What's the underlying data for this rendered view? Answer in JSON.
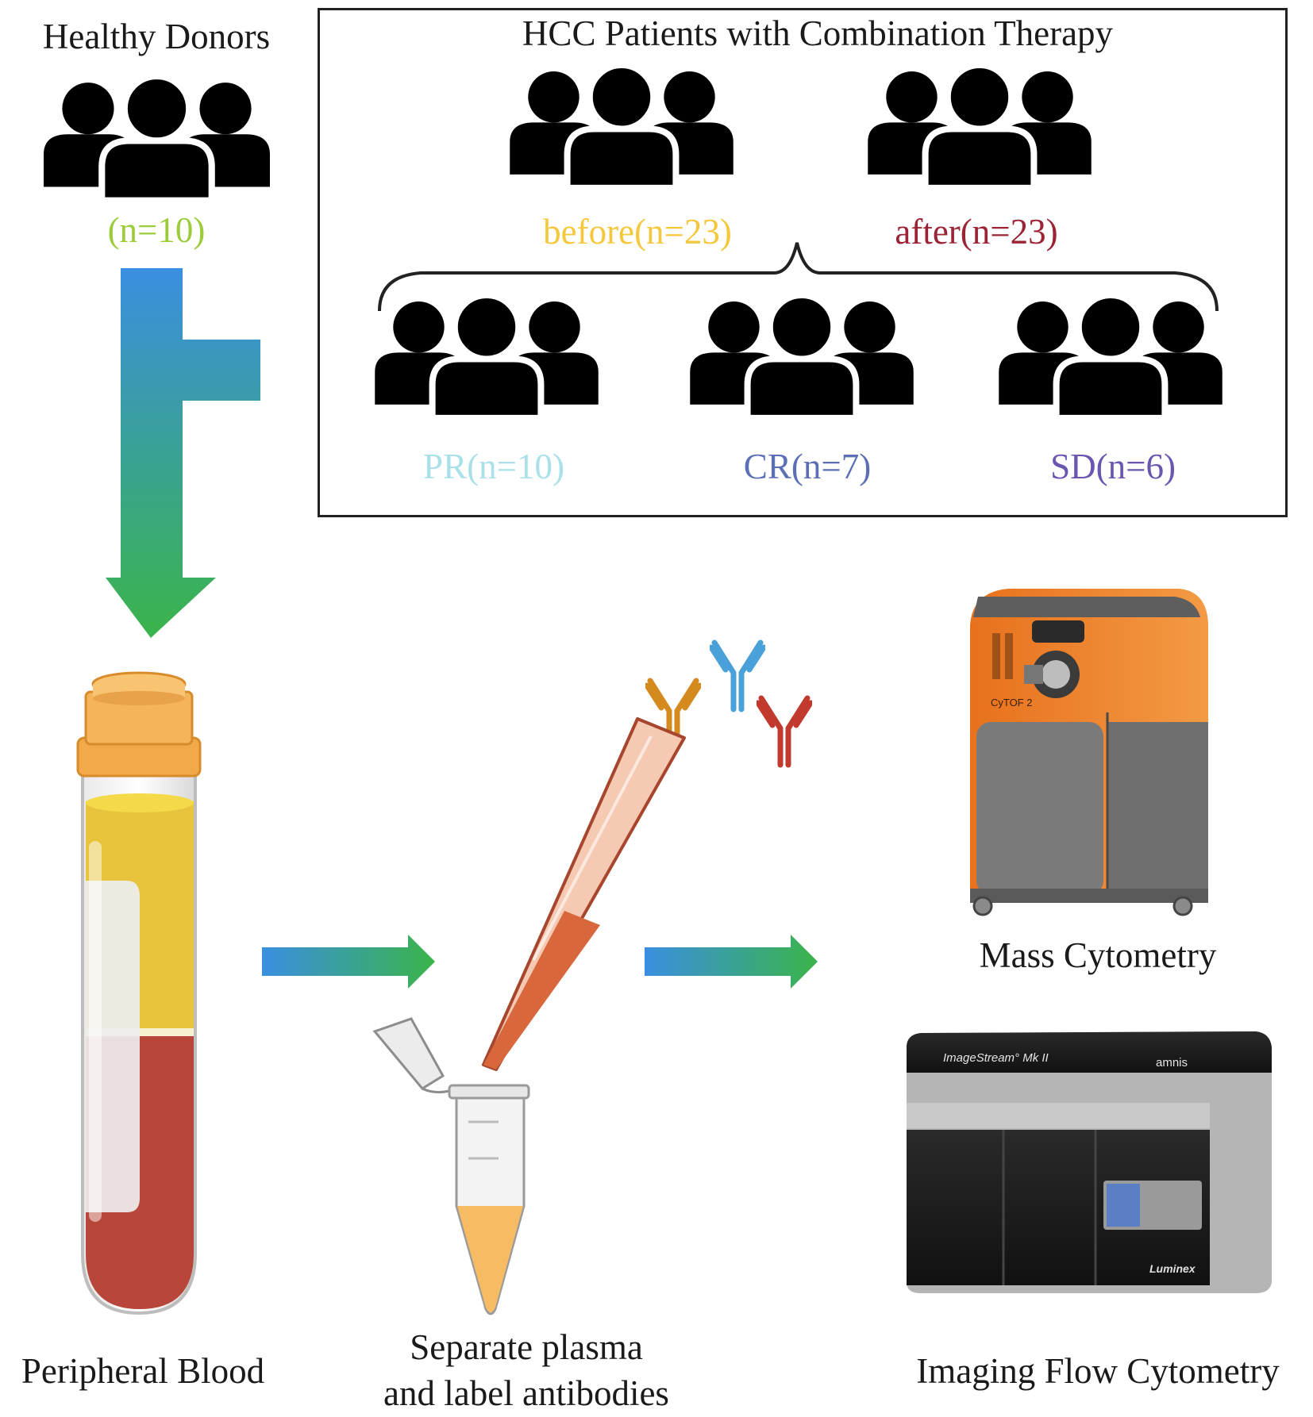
{
  "healthy": {
    "title": "Healthy Donors",
    "count": "(n=10)",
    "count_color": "#9ccc3c"
  },
  "hcc": {
    "title": "HCC Patients with Combination Therapy",
    "before": {
      "label": "before(n=23)",
      "color": "#f5c73a"
    },
    "after": {
      "label": "after(n=23)",
      "color": "#9b2335"
    },
    "pr": {
      "label": "PR(n=10)",
      "color": "#a9e0ea"
    },
    "cr": {
      "label": "CR(n=7)",
      "color": "#5b6fb5"
    },
    "sd": {
      "label": "SD(n=6)",
      "color": "#6a55b0"
    }
  },
  "steps": {
    "blood": "Peripheral Blood",
    "separate_line1": "Separate plasma",
    "separate_line2": "and label antibodies",
    "mass": "Mass Cytometry",
    "imaging": "Imaging Flow Cytometry"
  },
  "instruments": {
    "cytof_name": "CyTOF 2",
    "imagestream_name": "ImageStream° Mk II",
    "amnis": "amnis",
    "luminex": "Luminex"
  },
  "icons": {
    "people": "people-group-icon",
    "arrow": "gradient-arrow-icon",
    "tube": "blood-tube-icon",
    "antibody": "antibody-icon",
    "pipette": "pipette-tip-icon",
    "eppendorf": "microcentrifuge-tube-icon",
    "cytometer": "mass-cytometer-icon",
    "imager": "imaging-flow-cytometer-icon"
  },
  "palette": {
    "healthy": "#8cc18e",
    "before": "#f8b863",
    "after": "#cc5067",
    "pr": "#3d9ad8",
    "cr": "#6478b8",
    "sd": "#9a6cb8",
    "arrow_start": "#3a8fe0",
    "arrow_end": "#3ab44a"
  }
}
